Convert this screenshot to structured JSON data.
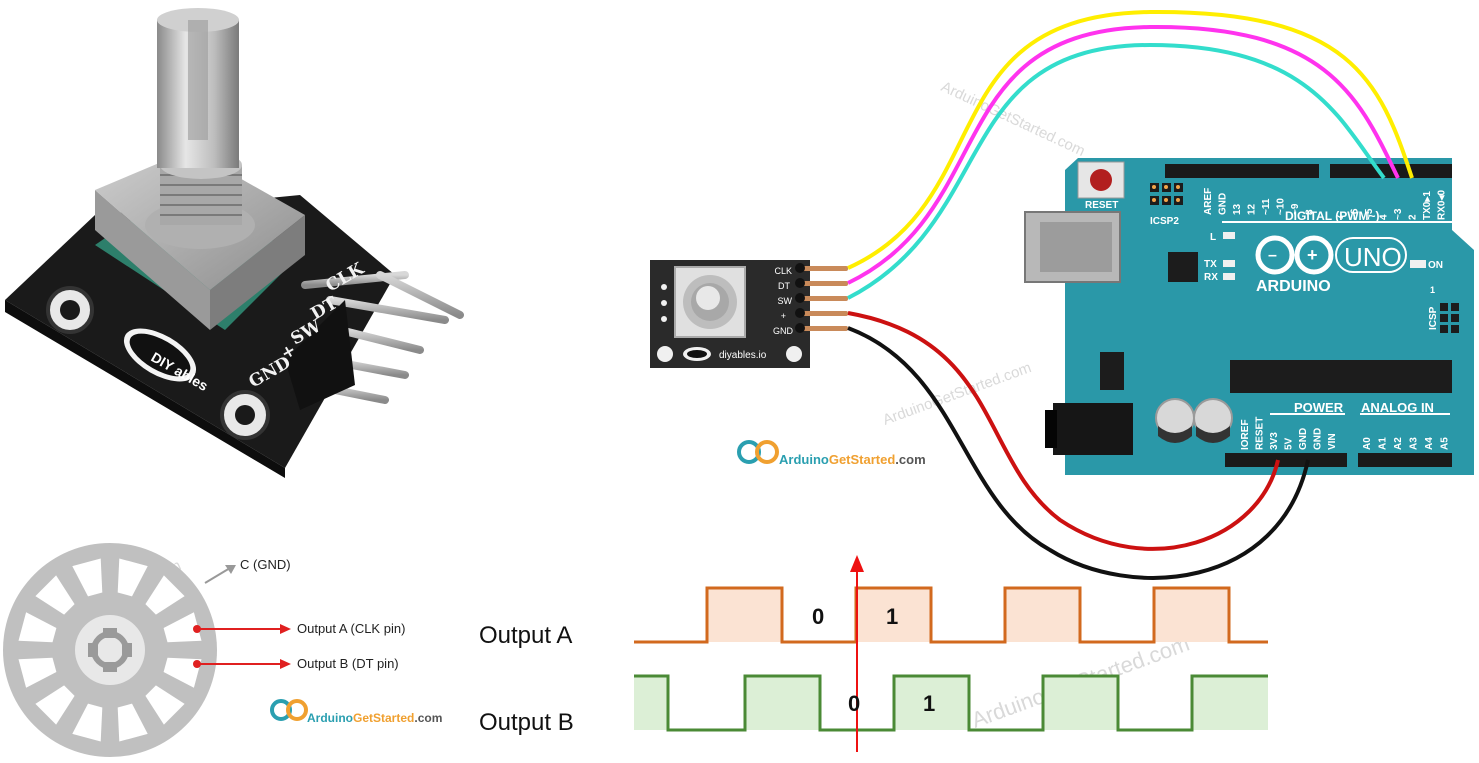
{
  "encoder_photo": {
    "pin_labels": [
      "CLK",
      "DT",
      "SW",
      "+",
      "GND"
    ],
    "brand_logo": "DIY ables"
  },
  "wiring": {
    "module_pins": [
      "CLK",
      "DT",
      "SW",
      "+",
      "GND"
    ],
    "module_brand": "diyables.io",
    "wire_colors": {
      "clk": "#ffee00",
      "dt": "#ff33ee",
      "sw": "#33ddcc",
      "vcc": "#cc1111",
      "gnd": "#111111"
    },
    "board": {
      "reset_label": "RESET",
      "icsp2_label": "ICSP2",
      "digital_header_left": [
        "AREF",
        "GND",
        "13",
        "12",
        "~11",
        "~10",
        "~9",
        "8"
      ],
      "digital_header_right": [
        "7",
        "~6",
        "~5",
        "4",
        "~3",
        "2",
        "TX0▸1",
        "RX0◂0"
      ],
      "digital_label": "DIGITAL (PWM~)",
      "l_label": "L",
      "tx_label": "TX",
      "rx_label": "RX",
      "logo_text": "ARDUINO",
      "model": "UNO",
      "on_label": "ON",
      "icsp_label": "ICSP",
      "icsp_pin1": "1",
      "power_label": "POWER",
      "analog_label": "ANALOG IN",
      "power_pins": [
        "IOREF",
        "RESET",
        "3V3",
        "5V",
        "GND",
        "GND",
        "VIN"
      ],
      "analog_pins": [
        "A0",
        "A1",
        "A2",
        "A3",
        "A4",
        "A5"
      ],
      "board_color": "#2a98a8"
    },
    "site_logo": {
      "part1": "Arduino",
      "part2": "GetStarted",
      "part3": ".com"
    }
  },
  "encoder_disc": {
    "label_c": "C (GND)",
    "label_a": "Output A (CLK pin)",
    "label_b": "Output B (DT pin)",
    "site_logo": {
      "part1": "Arduino",
      "part2": "GetStarted",
      "part3": ".com"
    }
  },
  "waveforms": {
    "output_a_label": "Output A",
    "output_b_label": "Output B",
    "a_before": "0",
    "a_after": "1",
    "b_before": "0",
    "b_after": "1",
    "color_a": "#d2691e",
    "color_b": "#4a8a35",
    "marker_color": "#ee1111"
  },
  "watermark": "ArduinoGetStarted.com"
}
